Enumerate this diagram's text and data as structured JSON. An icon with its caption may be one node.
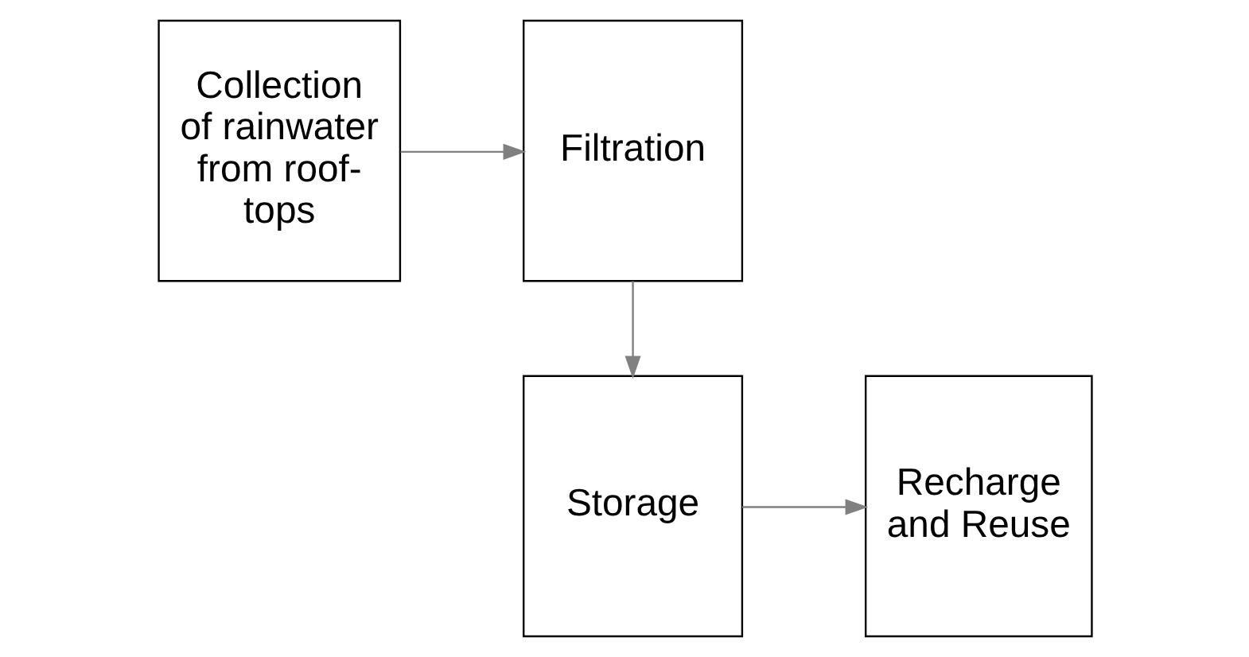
{
  "diagram": {
    "nodes": [
      {
        "text": [
          "Collection of rainwater from roof-tops"
        ]
      },
      {
        "text": [
          "Filtration"
        ]
      },
      {
        "text": [
          "Storage"
        ]
      },
      {
        "text": [
          "Recharge and Reuse"
        ]
      }
    ],
    "edges": [
      {
        "from": 0,
        "to": 1,
        "arrow": "to"
      },
      {
        "from": 1,
        "to": 2,
        "arrow": "to"
      },
      {
        "from": 2,
        "to": 3,
        "arrow": "to"
      }
    ]
  }
}
